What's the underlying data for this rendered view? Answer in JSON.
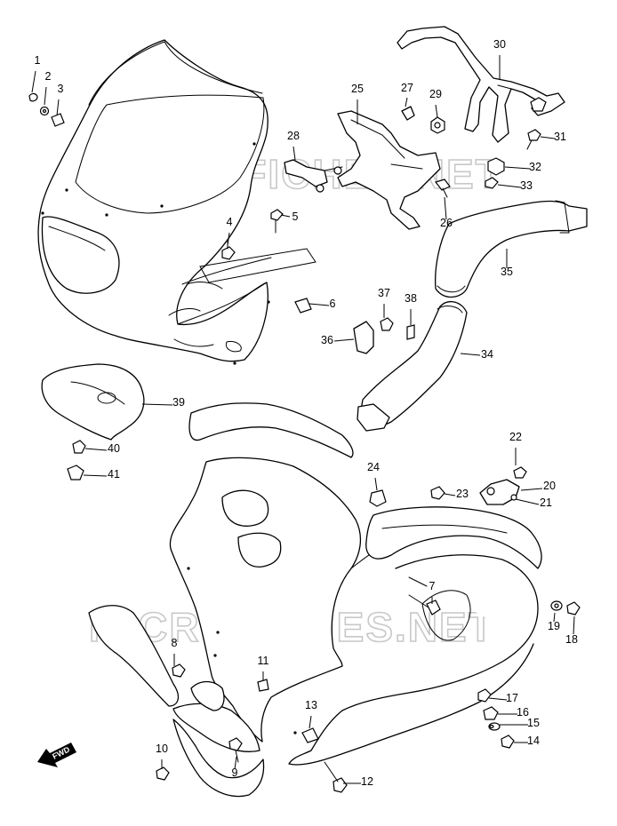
{
  "watermarks": [
    "MICROFICHES.NET",
    "MICROFICHES.NET"
  ],
  "fwd_label": "FWD",
  "callouts": [
    {
      "label": "1"
    },
    {
      "label": "2"
    },
    {
      "label": "3"
    },
    {
      "label": "4"
    },
    {
      "label": "5"
    },
    {
      "label": "6"
    },
    {
      "label": "7"
    },
    {
      "label": "8"
    },
    {
      "label": "9"
    },
    {
      "label": "10"
    },
    {
      "label": "11"
    },
    {
      "label": "12"
    },
    {
      "label": "13"
    },
    {
      "label": "14"
    },
    {
      "label": "15"
    },
    {
      "label": "16"
    },
    {
      "label": "17"
    },
    {
      "label": "18"
    },
    {
      "label": "19"
    },
    {
      "label": "20"
    },
    {
      "label": "21"
    },
    {
      "label": "22"
    },
    {
      "label": "23"
    },
    {
      "label": "24"
    },
    {
      "label": "25"
    },
    {
      "label": "26"
    },
    {
      "label": "27"
    },
    {
      "label": "28"
    },
    {
      "label": "29"
    },
    {
      "label": "30"
    },
    {
      "label": "31"
    },
    {
      "label": "32"
    },
    {
      "label": "33"
    },
    {
      "label": "34"
    },
    {
      "label": "35"
    },
    {
      "label": "36"
    },
    {
      "label": "37"
    },
    {
      "label": "38"
    },
    {
      "label": "39"
    },
    {
      "label": "40"
    },
    {
      "label": "41"
    }
  ]
}
